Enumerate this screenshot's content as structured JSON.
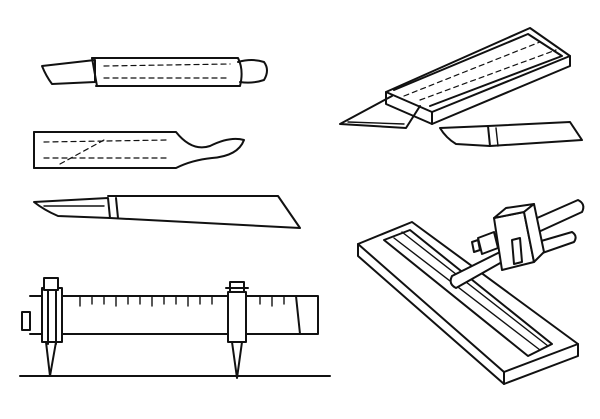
{
  "figure": {
    "ink_color": "#111111",
    "paper_color": "#ffffff",
    "style": "hand-drawn line sketch",
    "items": [
      {
        "id": "wrapped-handle-knife",
        "icon": "knife-icon"
      },
      {
        "id": "spatula-knife",
        "icon": "spatula-knife-icon"
      },
      {
        "id": "long-blade-knife",
        "icon": "knife-icon"
      },
      {
        "id": "knife-in-case",
        "icon": "knife-case-icon"
      },
      {
        "id": "beam-compass-rule",
        "icon": "beam-compass-icon"
      },
      {
        "id": "marking-gauge-guide",
        "icon": "marking-gauge-icon"
      }
    ]
  }
}
